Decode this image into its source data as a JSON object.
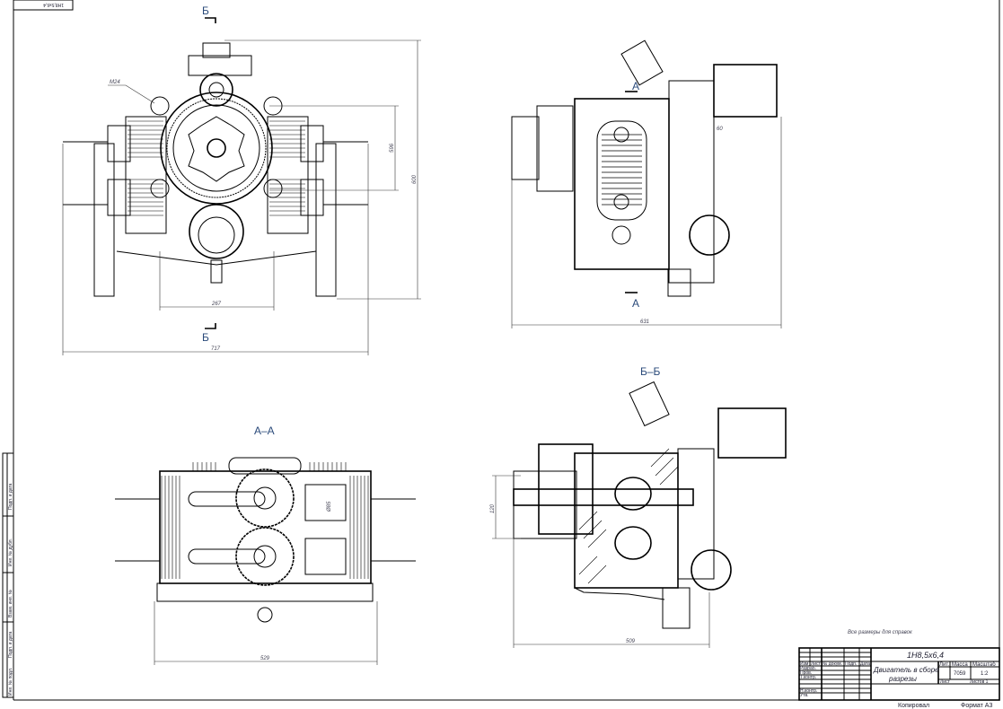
{
  "drawing": {
    "top_stamp": "1Н8,5х6,4",
    "views": {
      "front": {
        "section_mark": "Б",
        "leader_label": "М24",
        "dims": {
          "inner_width": "267",
          "overall_width": "717",
          "overall_height": "600",
          "center_height": "596"
        }
      },
      "side": {
        "section_mark": "А",
        "dims": {
          "overall_length": "631",
          "offset": "60"
        }
      },
      "section_aa": {
        "title": "А–А",
        "dims": {
          "width": "529",
          "bore": "Ø85"
        }
      },
      "section_bb": {
        "title": "Б–Б",
        "dims": {
          "length": "509",
          "height": "120"
        }
      }
    },
    "note": "Все размеры для справок",
    "title_block": {
      "designation": "1Н8,5х6,4",
      "title_line1": "Двигатель в сборе",
      "title_line2": "разрезы",
      "mass": "7059",
      "scale": "1:2",
      "sheet": "Лист",
      "sheets": "Листов 1",
      "copied": "Копировал",
      "format": "Формат A3",
      "col_headers": [
        "Изм",
        "Лист",
        "№ докум.",
        "Подп.",
        "Дата"
      ],
      "rows": [
        "Разраб.",
        "Пров.",
        "Т.контр.",
        "Н.контр.",
        "Утв."
      ],
      "header_labels": [
        "Лит.",
        "Масса",
        "Масштаб"
      ]
    },
    "side_stamp": [
      "Инв. № подл.",
      "Подп. и дата",
      "Взам. инв. №",
      "Инв. № дубл.",
      "Подп. и дата"
    ]
  }
}
